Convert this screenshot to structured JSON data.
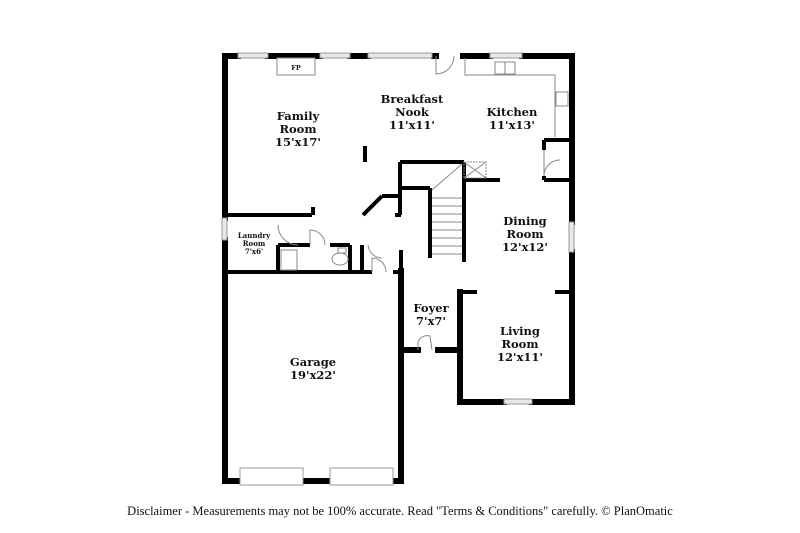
{
  "floorplan": {
    "rooms": [
      {
        "id": "family-room",
        "name_line1": "Family",
        "name_line2": "Room",
        "dims": "15'x17'"
      },
      {
        "id": "breakfast-nook",
        "name_line1": "Breakfast",
        "name_line2": "Nook",
        "dims": "11'x11'"
      },
      {
        "id": "kitchen",
        "name_line1": "Kitchen",
        "name_line2": "",
        "dims": "11'x13'"
      },
      {
        "id": "laundry-room",
        "name_line1": "Laundry",
        "name_line2": "Room",
        "dims": "7'x6'"
      },
      {
        "id": "dining-room",
        "name_line1": "Dining",
        "name_line2": "Room",
        "dims": "12'x12'"
      },
      {
        "id": "foyer",
        "name_line1": "Foyer",
        "name_line2": "",
        "dims": "7'x7'"
      },
      {
        "id": "living-room",
        "name_line1": "Living",
        "name_line2": "Room",
        "dims": "12'x11'"
      },
      {
        "id": "garage",
        "name_line1": "Garage",
        "name_line2": "",
        "dims": "19'x22'"
      }
    ],
    "fireplace_label": "FP",
    "wall_color": "#000000",
    "window_color": "#d9d9d9"
  },
  "footer": {
    "disclaimer": "Disclaimer - Measurements may not be 100% accurate. Read \"Terms & Conditions\" carefully. © PlanOmatic"
  }
}
